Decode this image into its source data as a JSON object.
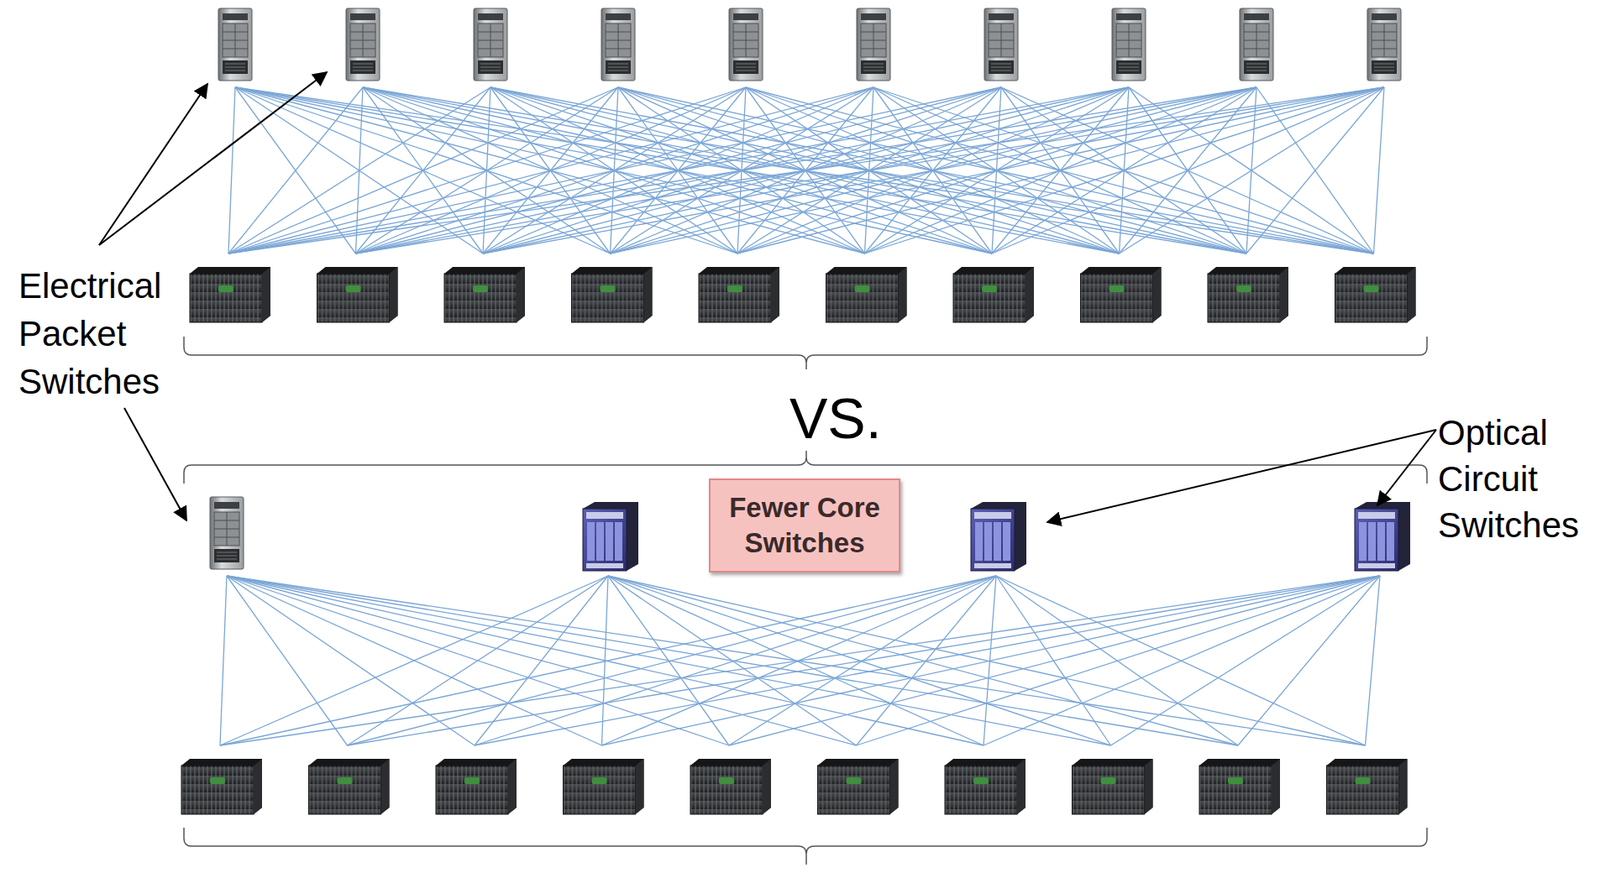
{
  "diagram": {
    "nodes": [
      {
        "text": [
          "Fewer Core Switches"
        ]
      }
    ],
    "labels": [
      "Electrical Packet Switches",
      "VS.",
      "Optical Circuit Switches"
    ]
  }
}
